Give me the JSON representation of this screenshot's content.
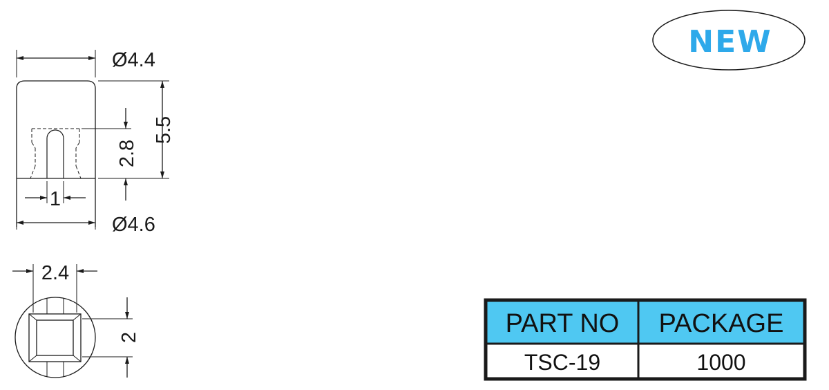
{
  "badge": {
    "text": "NEW",
    "text_color": "#2ea9ea"
  },
  "dimensions": {
    "top_diameter": "Ø4.4",
    "bottom_diameter": "Ø4.6",
    "height": "5.5",
    "slot_depth": "2.8",
    "slot_width": "1",
    "square_width": "2.4",
    "square_height": "2"
  },
  "table": {
    "header_color": "#4fc8f2",
    "headers": [
      "PART NO",
      "PACKAGE"
    ],
    "rows": [
      [
        "TSC-19",
        "1000"
      ]
    ]
  }
}
